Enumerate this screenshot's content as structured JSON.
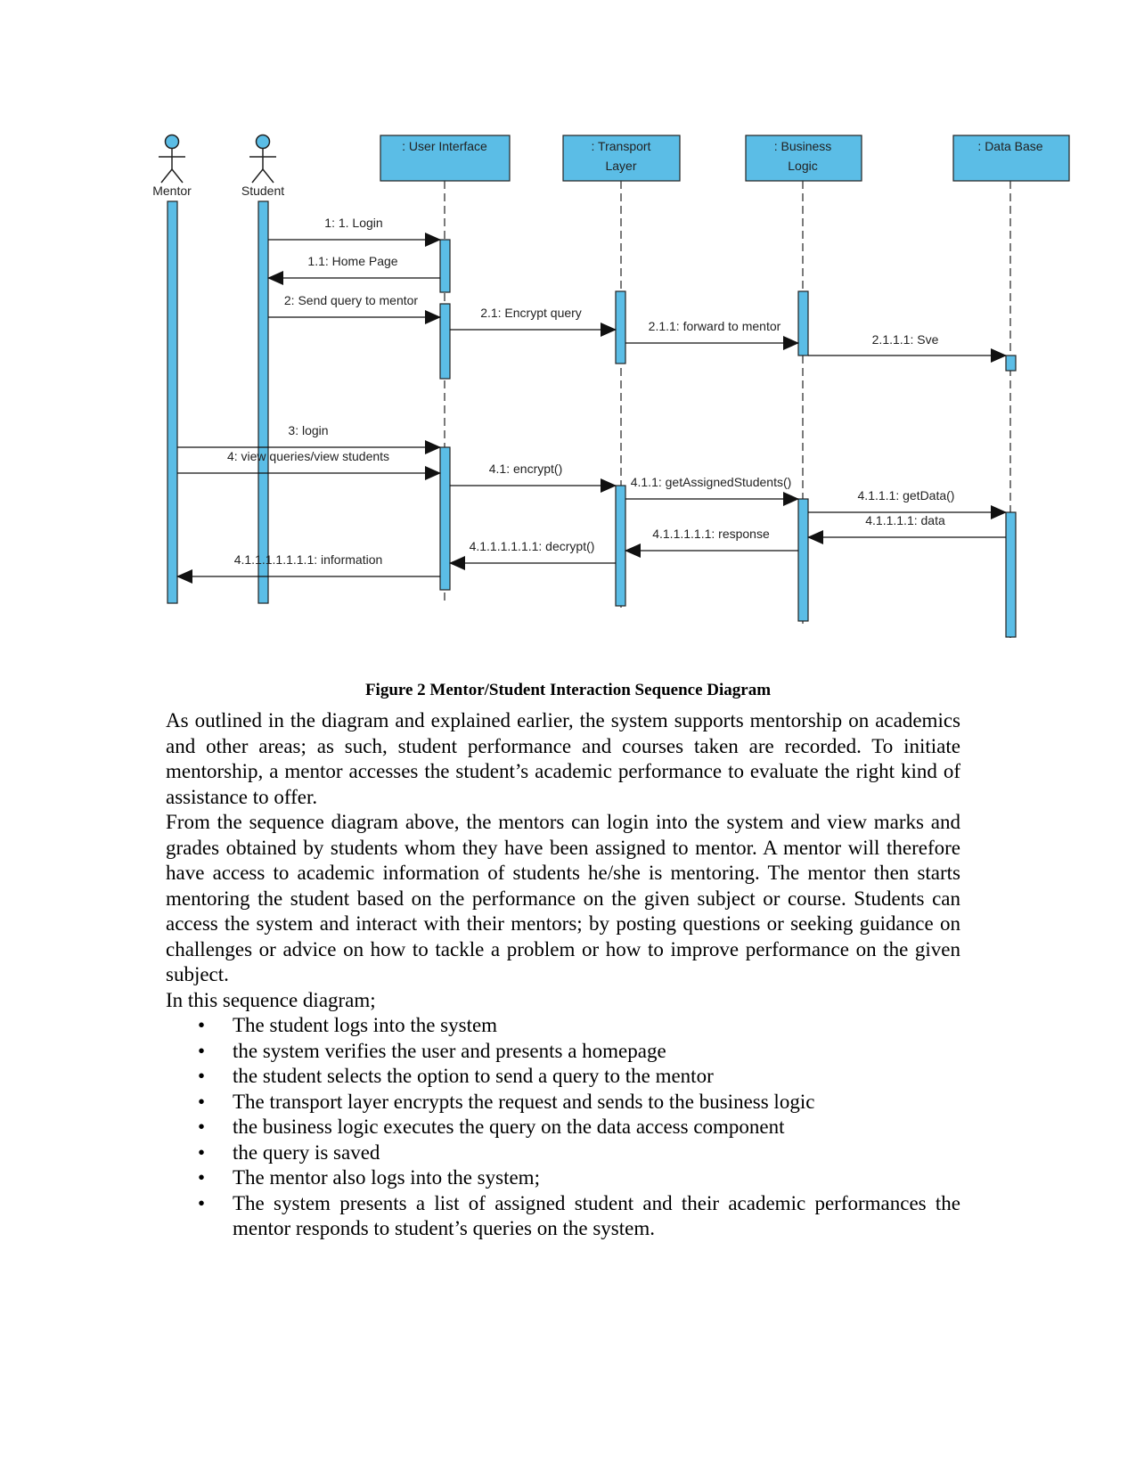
{
  "diagram": {
    "actors": [
      {
        "name": "Mentor"
      },
      {
        "name": "Student"
      }
    ],
    "lifelines": [
      {
        "label_line1": ": User Interface",
        "label_line2": ""
      },
      {
        "label_line1": ": Transport",
        "label_line2": "Layer"
      },
      {
        "label_line1": ": Business",
        "label_line2": "Logic"
      },
      {
        "label_line1": ": Data Base",
        "label_line2": ""
      }
    ],
    "messages": [
      {
        "label": "1: 1. Login"
      },
      {
        "label": "1.1: Home Page"
      },
      {
        "label": "2: Send query to mentor"
      },
      {
        "label": "2.1: Encrypt query"
      },
      {
        "label": "2.1.1: forward to mentor"
      },
      {
        "label": "2.1.1.1: Sve"
      },
      {
        "label": "3: login"
      },
      {
        "label": "4: view queries/view students"
      },
      {
        "label": "4.1: encrypt()"
      },
      {
        "label": "4.1.1: getAssignedStudents()"
      },
      {
        "label": "4.1.1.1: getData()"
      },
      {
        "label": "4.1.1.1.1: data"
      },
      {
        "label": "4.1.1.1.1.1: response"
      },
      {
        "label": "4.1.1.1.1.1.1: decrypt()"
      },
      {
        "label": "4.1.1.1.1.1.1.1: information"
      }
    ],
    "colors": {
      "fill": "#5bbde6",
      "stroke": "#1a1a1a"
    }
  },
  "caption": "Figure 2 Mentor/Student Interaction Sequence Diagram",
  "paragraphs": [
    "As outlined in the diagram and explained earlier, the system supports mentorship on academics and other areas; as such, student performance and courses taken are recorded. To initiate mentorship, a mentor accesses the student’s academic performance to evaluate the right kind of assistance to offer.",
    "From the sequence diagram above, the mentors can login into the system and view marks and grades obtained by students whom they have been assigned to mentor. A mentor will therefore have access to academic information of students he/she is mentoring. The mentor then starts mentoring the student based on the performance on the given subject or course. Students can access the system and interact with their mentors; by posting questions or seeking guidance on challenges or advice on how to tackle a problem or how to improve performance on the given subject.",
    "In this sequence diagram;"
  ],
  "bullets": [
    "The student logs into the system",
    "the system verifies the user and presents a homepage",
    "the student selects the option to send a query to the mentor",
    "The transport layer encrypts the request and sends to the business logic",
    "the business logic executes the query on the data access component",
    "the query is saved",
    "The mentor also logs into the system;",
    "The system presents a list of assigned student and their academic performances the mentor responds to student’s queries on the system."
  ],
  "bullet_symbol": "•"
}
